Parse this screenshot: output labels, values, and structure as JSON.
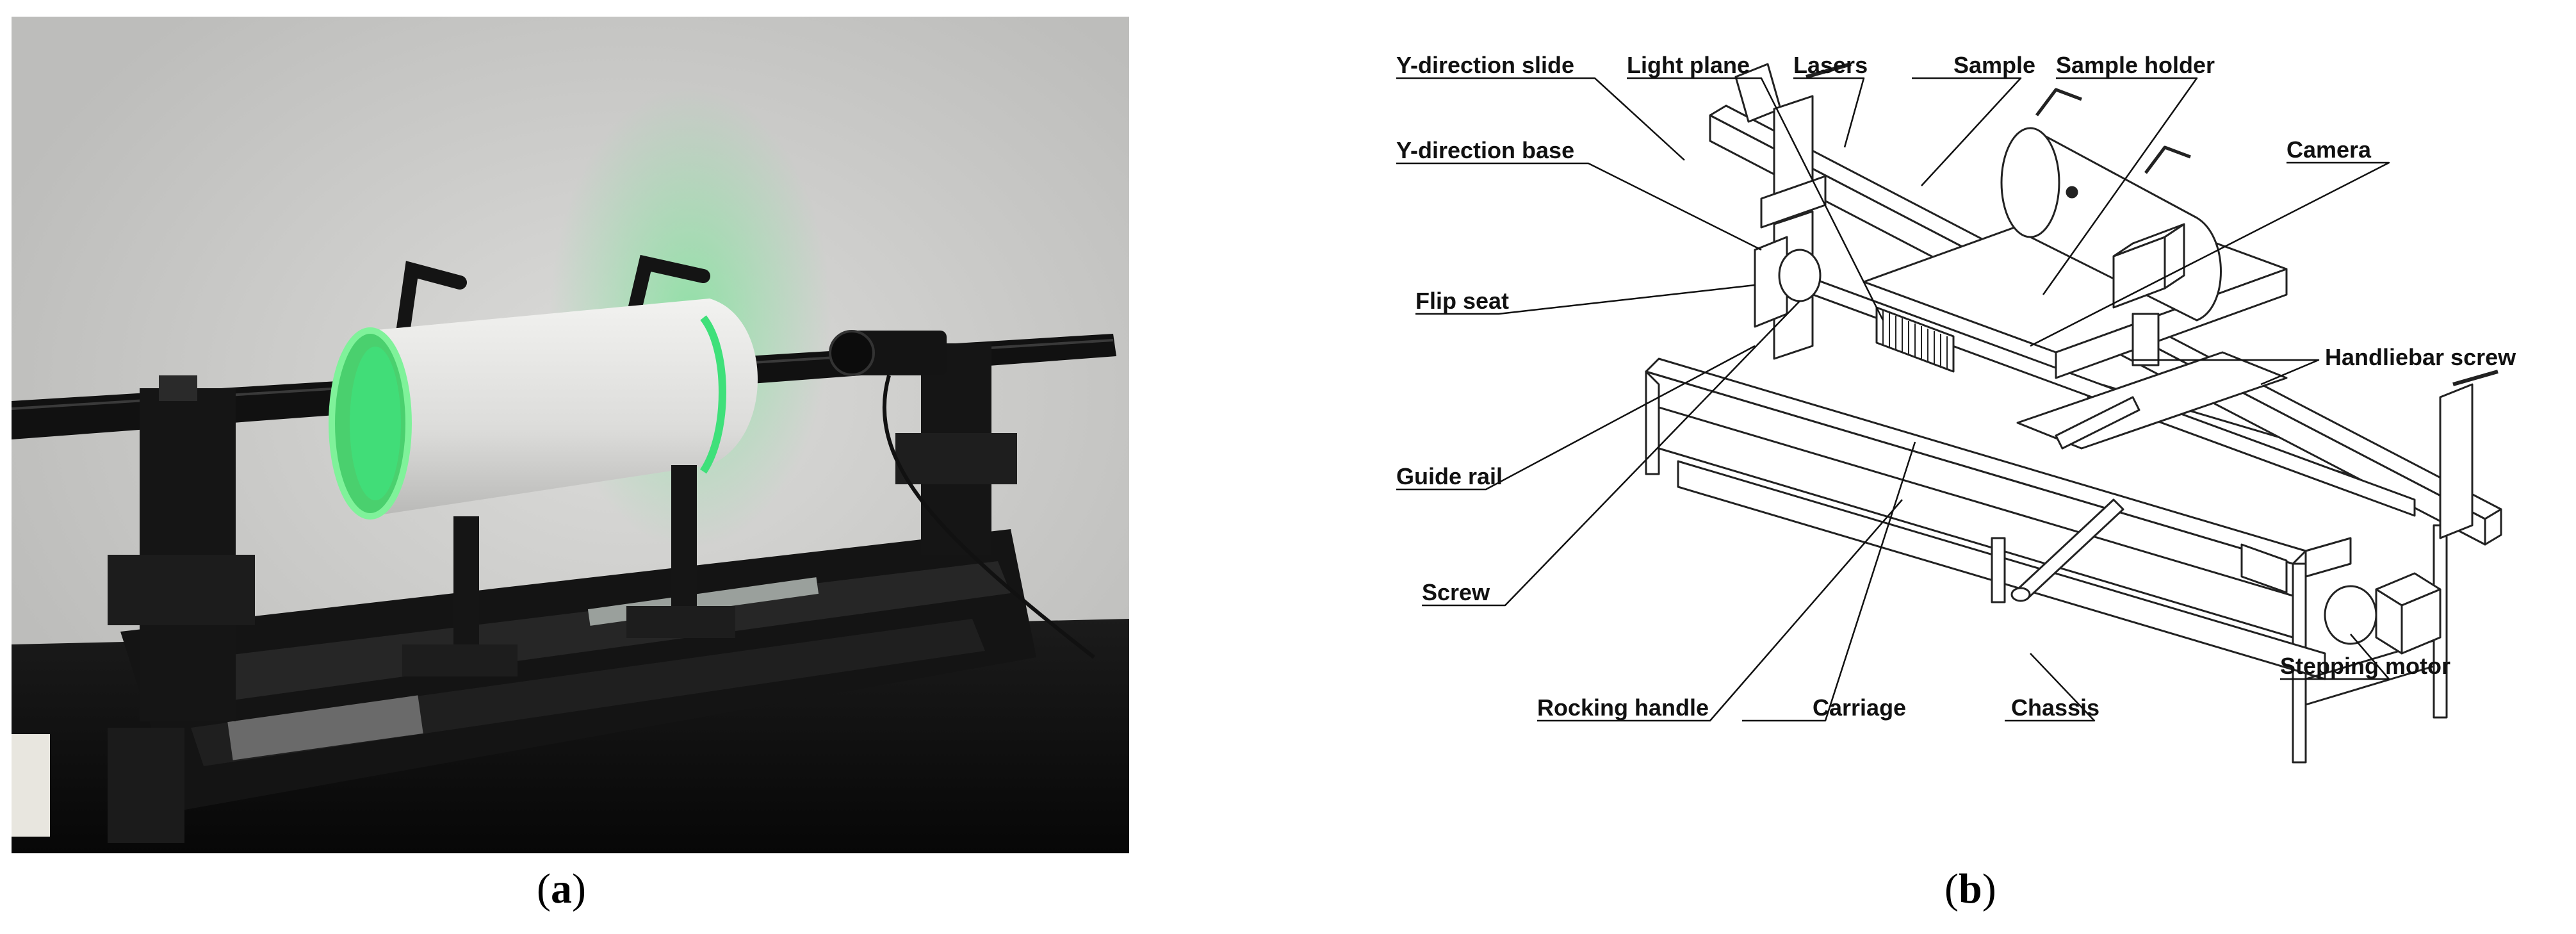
{
  "panels": {
    "a": {
      "caption_open": "(",
      "caption_letter": "a",
      "caption_close": ")"
    },
    "b": {
      "caption_open": "(",
      "caption_letter": "b",
      "caption_close": ")"
    }
  },
  "labels": {
    "y_direction_slide": "Y-direction slide",
    "light_plane": "Light plane",
    "lasers": "Lasers",
    "sample": "Sample",
    "sample_holder": "Sample holder",
    "y_direction_base": "Y-direction base",
    "camera": "Camera",
    "flip_seat": "Flip seat",
    "handlebar_screw": "Handliebar screw",
    "guide_rail": "Guide rail",
    "screw": "Screw",
    "stepping_motor": "Stepping motor",
    "rocking_handle": "Rocking handle",
    "carriage": "Carriage",
    "chassis": "Chassis"
  },
  "colors": {
    "laser_green": "#3fe07a",
    "wall": "#cfcfcd",
    "machine_black": "#161616",
    "sample_white": "#e6e6e4"
  }
}
